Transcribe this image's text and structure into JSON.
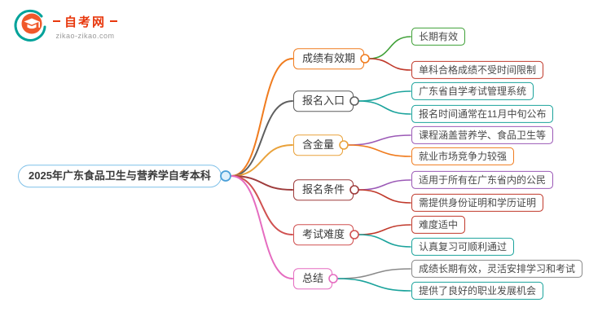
{
  "logo": {
    "title": "自考网",
    "subtitle": "zikao-zikao.com",
    "icon": "graduation-cap-logo-icon",
    "colors": {
      "red": "#e8380d",
      "teal": "#00a29a",
      "orange": "#f0582a",
      "cap": "#ffffff"
    }
  },
  "root": {
    "label": "2025年广东食品卫生与营养学自考本科",
    "color": "#7fc0e8",
    "circle_color": "#4a9fd8"
  },
  "branches": [
    {
      "label": "成绩有效期",
      "color": "#f07c1f",
      "children": [
        {
          "label": "长期有效",
          "color": "#3fa037"
        },
        {
          "label": "单科合格成绩不受时间限制",
          "color": "#c0392b"
        }
      ]
    },
    {
      "label": "报名入口",
      "color": "#5f5f5f",
      "children": [
        {
          "label": "广东省自学考试管理系统",
          "color": "#1ba39c"
        },
        {
          "label": "报名时间通常在11月中旬公布",
          "color": "#1ba39c"
        }
      ]
    },
    {
      "label": "含金量",
      "color": "#e9a23b",
      "children": [
        {
          "label": "课程涵盖营养学、食品卫生等",
          "color": "#9b59b6"
        },
        {
          "label": "就业市场竞争力较强",
          "color": "#f07c1f"
        }
      ]
    },
    {
      "label": "报名条件",
      "color": "#9e3b3b",
      "children": [
        {
          "label": "适用于所有在广东省内的公民",
          "color": "#9b59b6"
        },
        {
          "label": "需提供身份证明和学历证明",
          "color": "#c0392b"
        }
      ]
    },
    {
      "label": "考试难度",
      "color": "#d05050",
      "children": [
        {
          "label": "难度适中",
          "color": "#c0392b"
        },
        {
          "label": "认真复习可顺利通过",
          "color": "#1ba39c"
        }
      ]
    },
    {
      "label": "总结",
      "color": "#e56cc0",
      "children": [
        {
          "label": "成绩长期有效，灵活安排学习和考试",
          "color": "#8a8a8a"
        },
        {
          "label": "提供了良好的职业发展机会",
          "color": "#1ba39c"
        }
      ]
    }
  ]
}
